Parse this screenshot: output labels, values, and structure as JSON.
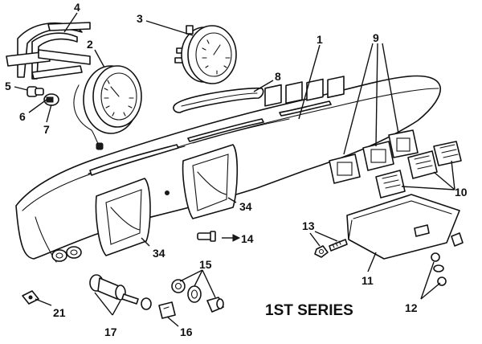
{
  "diagram": {
    "series_label": "1ST SERIES",
    "callouts": {
      "c1": "1",
      "c2": "2",
      "c3": "3",
      "c4": "4",
      "c5": "5",
      "c6": "6",
      "c7": "7",
      "c8": "8",
      "c9": "9",
      "c10": "10",
      "c11": "11",
      "c12": "12",
      "c13": "13",
      "c14": "14",
      "c15": "15",
      "c16": "16",
      "c17": "17",
      "c21": "21",
      "c34a": "34",
      "c34b": "34"
    }
  }
}
